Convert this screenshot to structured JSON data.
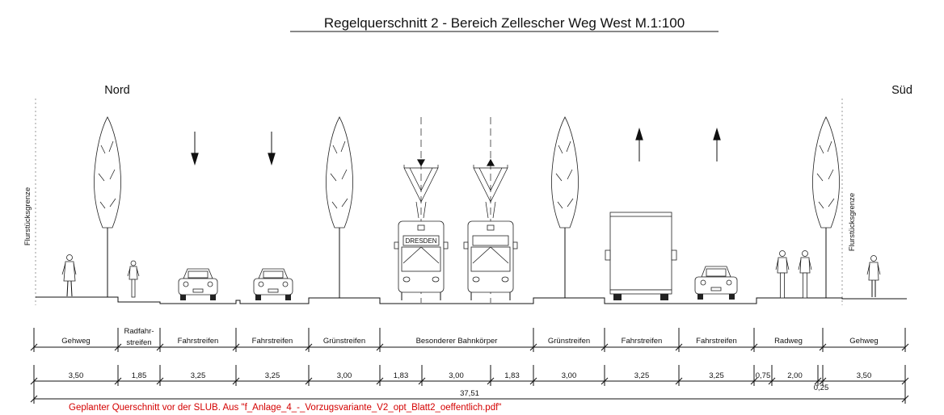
{
  "title": "Regelquerschnitt 2 - Bereich Zellescher Weg West  M.1:100",
  "north_label": "Nord",
  "south_label": "Süd",
  "boundary_label_left": "Flurstücksgrenze",
  "boundary_label_right": "Flurstücksgrenze",
  "tram_destination": "DRESDEN",
  "zones": [
    {
      "label": "Gehweg"
    },
    {
      "label": "Radfahr-",
      "label2": "streifen"
    },
    {
      "label": "Fahrstreifen"
    },
    {
      "label": "Fahrstreifen"
    },
    {
      "label": "Grünstreifen"
    },
    {
      "label": "Besonderer Bahnkörper"
    },
    {
      "label": "Grünstreifen"
    },
    {
      "label": "Fahrstreifen"
    },
    {
      "label": "Fahrstreifen"
    },
    {
      "label": "Radweg"
    },
    {
      "label": "Gehweg"
    }
  ],
  "widths": [
    "3,50",
    "1,85",
    "3,25",
    "3,25",
    "3,00",
    "1,83",
    "3,00",
    "1,83",
    "3,00",
    "3,25",
    "3,25",
    "0,75",
    "2,00",
    "0,25",
    "3,50"
  ],
  "total_width": "37,51",
  "caption": "Geplanter Querschnitt vor der SLUB. Aus \"f_Anlage_4_-_Vorzugsvariante_V2_opt_Blatt2_oeffentlich.pdf\"",
  "icons": [
    "tree-icon",
    "car-icon",
    "tram-icon",
    "truck-icon",
    "cyclist-icon",
    "pedestrian-icon",
    "direction-arrow-icon"
  ]
}
